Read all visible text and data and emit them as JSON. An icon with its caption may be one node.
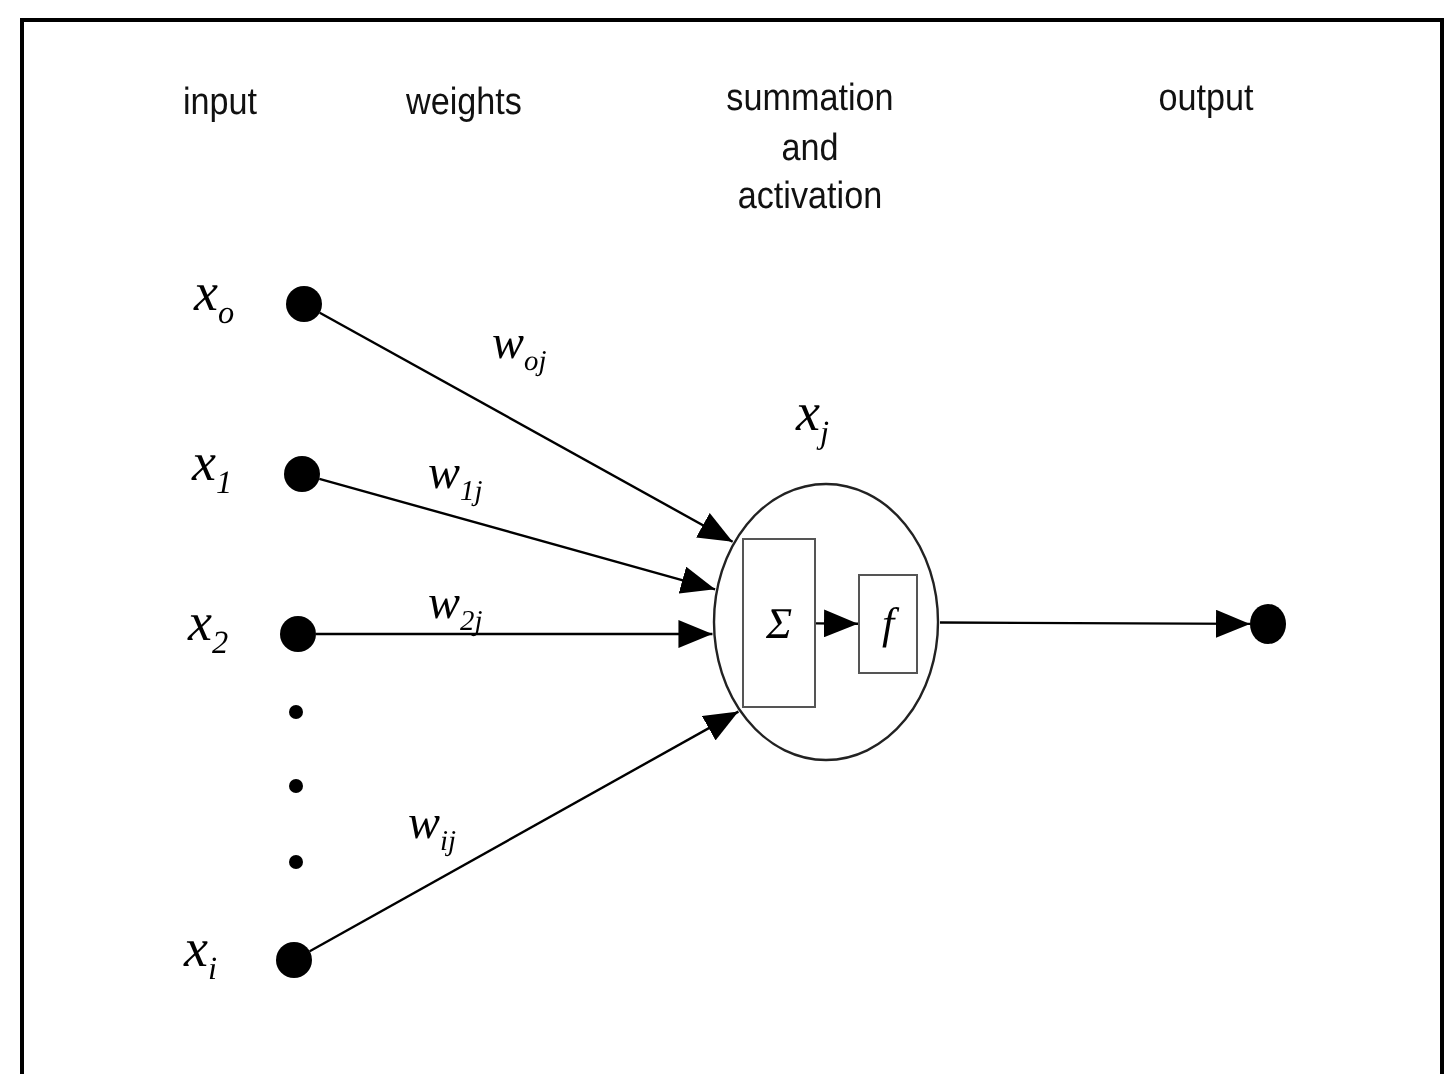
{
  "diagram": {
    "nodes": [
      {
        "text": [],
        "shape": "circle",
        "beside": [
          "x$_{o}$"
        ]
      },
      {
        "text": [],
        "shape": "circle",
        "beside": [
          "x$_{1}$"
        ]
      },
      {
        "text": [],
        "shape": "circle",
        "beside": [
          "x$_{2}$"
        ]
      },
      {
        "text": [],
        "shape": "circle",
        "beside": [
          "x$_{i}$"
        ]
      },
      {
        "text": [],
        "shape": "circle",
        "beside": [
          "x$_{j}$"
        ]
      },
      {
        "text": [
          "Σ"
        ],
        "in": 4
      },
      {
        "text": [
          "f"
        ],
        "in": 4
      },
      {
        "text": [],
        "shape": "circle"
      }
    ],
    "edges": [
      {
        "from": 0,
        "to": 4,
        "arrow": "to",
        "label": "w$_{oj}$"
      },
      {
        "from": 1,
        "to": 4,
        "arrow": "to",
        "label": "w$_{1j}$"
      },
      {
        "from": 2,
        "to": 4,
        "arrow": "to",
        "label": "w$_{2j}$"
      },
      {
        "from": 3,
        "to": 4,
        "arrow": "to",
        "label": "w$_{ij}$"
      },
      {
        "from": 5,
        "to": 6,
        "arrow": "to"
      },
      {
        "from": 4,
        "to": 7,
        "arrow": "to"
      }
    ],
    "labels": [
      "input",
      "weights",
      "summation and activation",
      "output"
    ]
  }
}
